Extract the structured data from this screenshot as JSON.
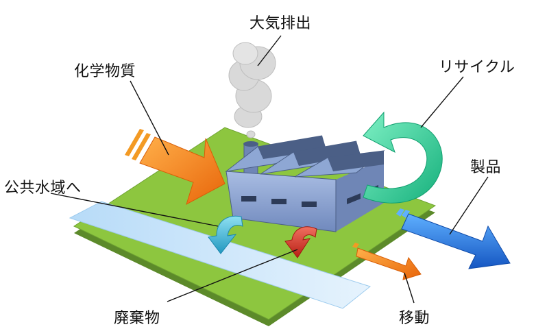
{
  "labels": {
    "air_emission": "大気排出",
    "chemicals": "化学物質",
    "recycle": "リサイクル",
    "products": "製品",
    "public_water": "公共水域へ",
    "waste": "廃棄物",
    "transfer": "移動"
  },
  "colors": {
    "ground_green": "#8dc63f",
    "ground_dark": "#5c8a2a",
    "water": "#cde6fa",
    "factory_wall": "#8ea7d4",
    "factory_roof": "#4b5f86",
    "chemicals_arrow": "#f47c12",
    "recycle_arrow": "#2fcf9a",
    "products_arrow": "#1f78d8",
    "water_arrow": "#39b8d8",
    "waste_arrow": "#d63a2c",
    "transfer_arrow": "#f39a24",
    "smoke": "#d9d9d9"
  }
}
